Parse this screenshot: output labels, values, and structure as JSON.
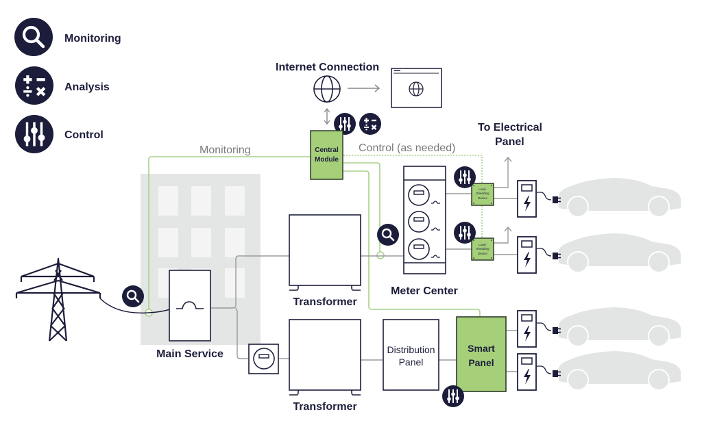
{
  "legend": {
    "items": [
      {
        "icon": "magnifier-icon",
        "label": "Monitoring"
      },
      {
        "icon": "math-operators-icon",
        "label": "Analysis"
      },
      {
        "icon": "sliders-icon",
        "label": "Control"
      }
    ]
  },
  "colors": {
    "navy": "#1c1d3a",
    "green_fill": "#a6cf7a",
    "green_line": "#a9d08a",
    "green_stroke": "#2f3a2a",
    "building_gray": "#e4e5e5",
    "window_gray": "#f4f4f4",
    "car_gray": "#e3e4e4",
    "wire_gray": "#9a9a9a"
  },
  "labels": {
    "internet_connection": "Internet Connection",
    "central_module_line1": "Central",
    "central_module_line2": "Module",
    "monitoring_line": "Monitoring",
    "control_line": "Control (as needed)",
    "to_electrical_panel_line1": "To Electrical",
    "to_electrical_panel_line2": "Panel",
    "load_shedding_line1": "Load-",
    "load_shedding_line2": "Shedding",
    "load_shedding_line3": "Device",
    "meter_center": "Meter Center",
    "transformer_top": "Transformer",
    "transformer_bottom": "Transformer",
    "main_service": "Main Service",
    "distribution_panel_line1": "Distribution",
    "distribution_panel_line2": "Panel",
    "smart_panel_line1": "Smart",
    "smart_panel_line2": "Panel"
  }
}
